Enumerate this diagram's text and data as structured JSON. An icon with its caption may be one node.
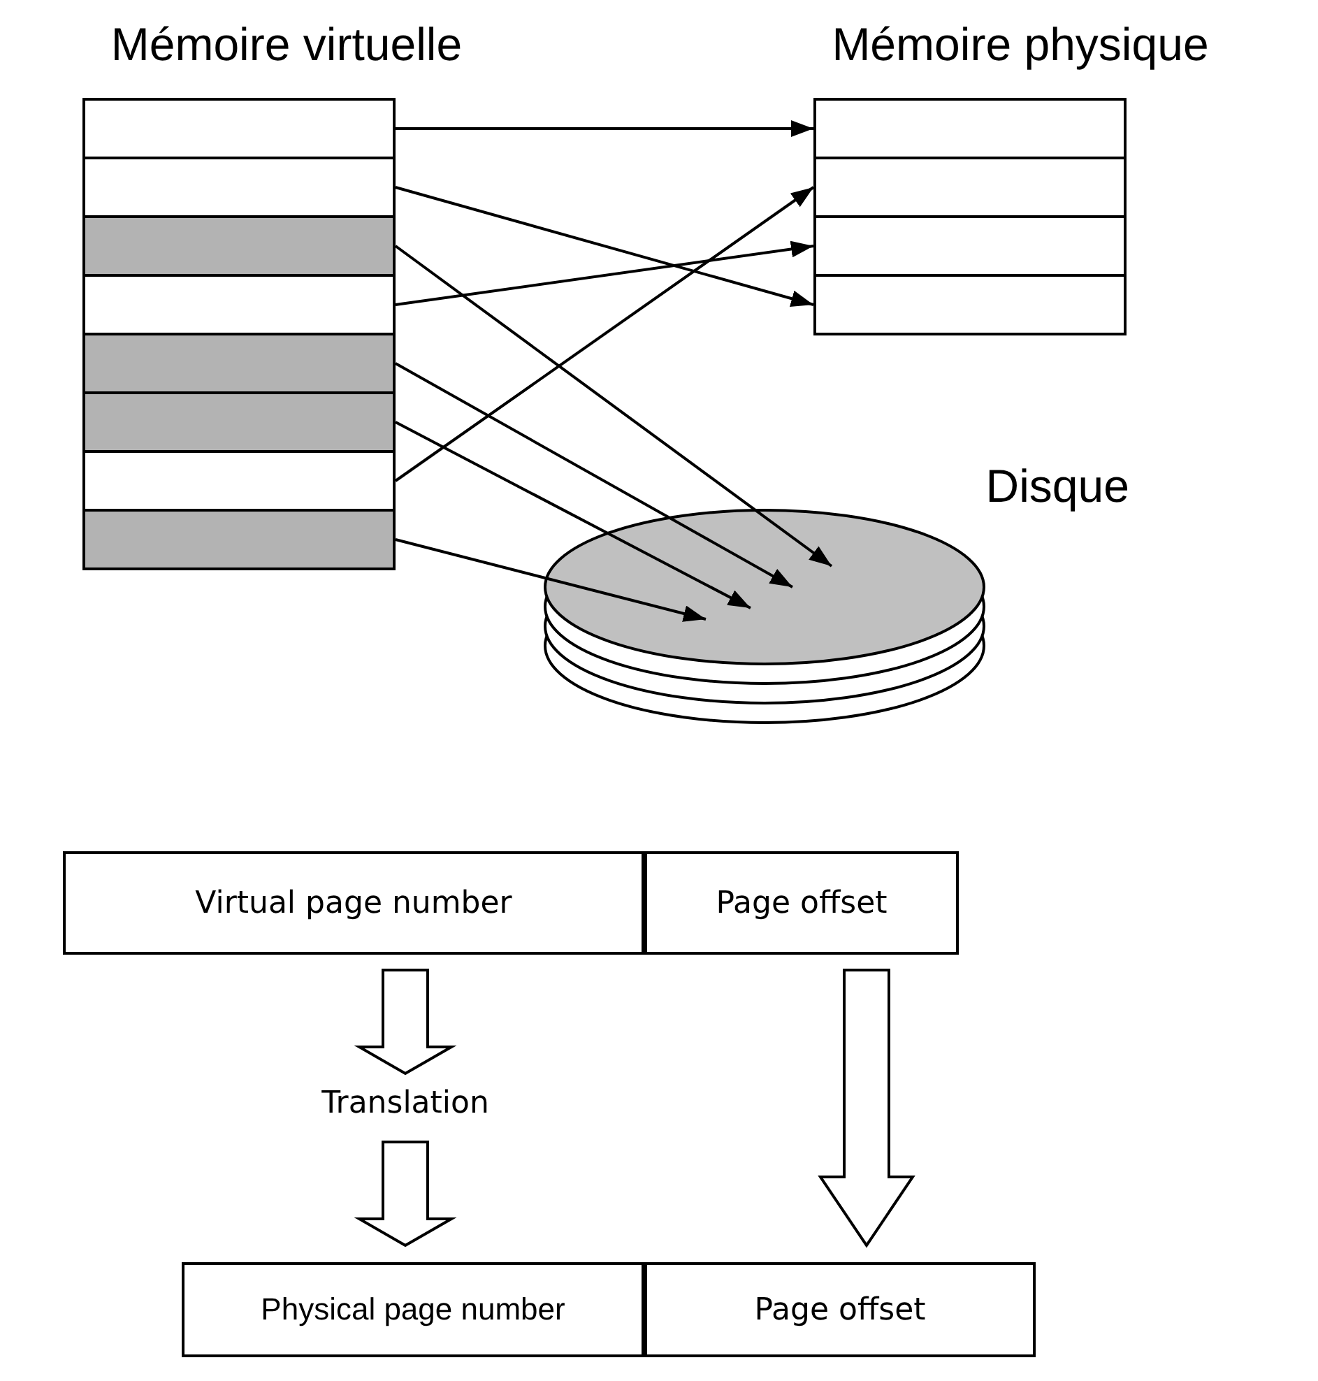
{
  "diagram": {
    "nodes": [
      {
        "text": [
          "Mémoire virtuelle"
        ]
      },
      {
        "text": [],
        "shape": "box",
        "in": 0
      },
      {
        "text": [],
        "shape": "box",
        "in": 0
      },
      {
        "text": [],
        "shape": "box",
        "in": 0
      },
      {
        "text": [],
        "shape": "box",
        "in": 0
      },
      {
        "text": [],
        "shape": "box",
        "in": 0
      },
      {
        "text": [],
        "shape": "box",
        "in": 0
      },
      {
        "text": [],
        "shape": "box",
        "in": 0
      },
      {
        "text": [],
        "shape": "box",
        "in": 0
      },
      {
        "text": [
          "Mémoire physique"
        ]
      },
      {
        "text": [],
        "shape": "box",
        "in": 9
      },
      {
        "text": [],
        "shape": "box",
        "in": 9
      },
      {
        "text": [],
        "shape": "box",
        "in": 9
      },
      {
        "text": [],
        "shape": "box",
        "in": 9
      },
      {
        "text": [
          "Disque"
        ]
      },
      {
        "text": [
          "Virtual page number"
        ]
      },
      {
        "text": [
          "Page offset"
        ]
      },
      {
        "text": [
          "Translation"
        ]
      },
      {
        "text": [
          "Physical page number"
        ]
      },
      {
        "text": [
          "Page offset"
        ]
      }
    ],
    "edges": [
      {
        "from": 1,
        "to": 10,
        "arrow": "to"
      },
      {
        "from": 2,
        "to": 13,
        "arrow": "to"
      },
      {
        "from": 3,
        "to": 14,
        "arrow": "to"
      },
      {
        "from": 4,
        "to": 12,
        "arrow": "to"
      },
      {
        "from": 5,
        "to": 14,
        "arrow": "to"
      },
      {
        "from": 6,
        "to": 14,
        "arrow": "to"
      },
      {
        "from": 7,
        "to": 11,
        "arrow": "to"
      },
      {
        "from": 8,
        "to": 14,
        "arrow": "to"
      },
      {
        "from": 15,
        "to": 17,
        "arrow": "to",
        "style": "thick"
      },
      {
        "from": 17,
        "to": 18,
        "arrow": "to",
        "style": "thick"
      },
      {
        "from": 16,
        "to": 19,
        "arrow": "to",
        "style": "thick"
      }
    ]
  }
}
